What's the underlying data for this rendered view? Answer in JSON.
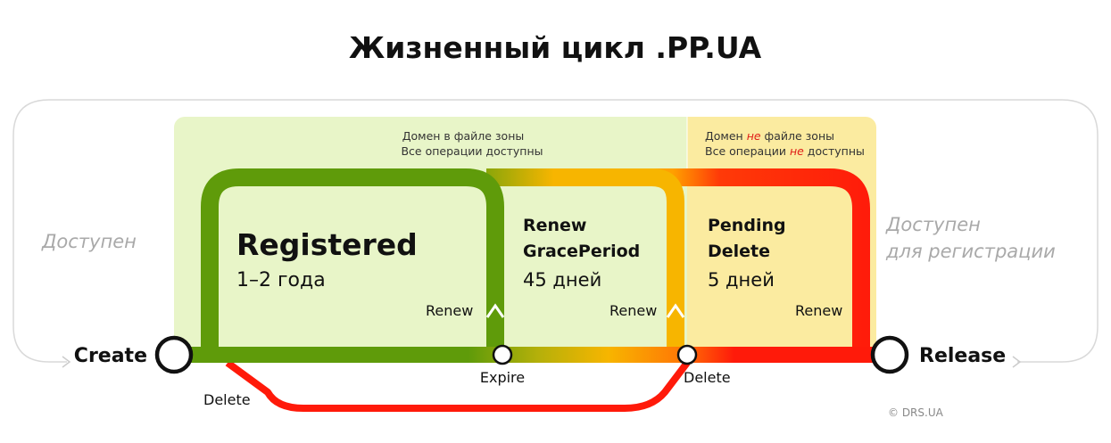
{
  "title": "Жизненный цикл .PP.UA",
  "zone_in": {
    "line1": "Домен в файле зоны",
    "line2": "Все операции доступны"
  },
  "zone_out": {
    "line1_pre": "Домен ",
    "line1_neg": "не",
    "line1_post": " файле зоны",
    "line2_pre": "Все операции ",
    "line2_neg": "не",
    "line2_post": " доступны"
  },
  "available_left": "Доступен",
  "available_right": {
    "line1": "Доступен",
    "line2": "для регистрации"
  },
  "endpoints": {
    "create": "Create",
    "release": "Release"
  },
  "states": {
    "registered": {
      "title": "Registered",
      "duration": "1–2 года",
      "action": "Renew"
    },
    "grace": {
      "title_line1": "Renew",
      "title_line2": "GracePeriod",
      "duration": "45 дней",
      "action": "Renew"
    },
    "pending": {
      "title_line1": "Pending",
      "title_line2": "Delete",
      "duration": "5 дней",
      "action": "Renew"
    }
  },
  "transitions": {
    "expire": "Expire",
    "delete_bottom": "Delete",
    "delete_left": "Delete"
  },
  "colors": {
    "green": "#5f9b0a",
    "green_bg": "#e8f5c8",
    "yellow": "#f7b500",
    "red": "#ff1a0a",
    "zone_out_bg": "#fbeba0",
    "negation": "#e0201a"
  },
  "copyright": "© DRS.UA"
}
